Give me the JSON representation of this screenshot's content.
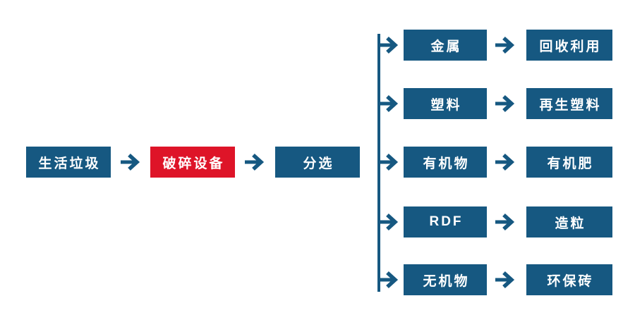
{
  "colors": {
    "primary_blue": "#165881",
    "accent_red": "#DE1428",
    "text_white": "#FFFFFF",
    "background": "#FFFFFF"
  },
  "flow": {
    "source": {
      "label": "生活垃圾"
    },
    "process": {
      "label": "破碎设备"
    },
    "sorting": {
      "label": "分选"
    }
  },
  "branches": [
    {
      "output": "金属",
      "result": "回收利用"
    },
    {
      "output": "塑料",
      "result": "再生塑料"
    },
    {
      "output": "有机物",
      "result": "有机肥"
    },
    {
      "output": "RDF",
      "result": "造粒"
    },
    {
      "output": "无机物",
      "result": "环保砖"
    }
  ]
}
